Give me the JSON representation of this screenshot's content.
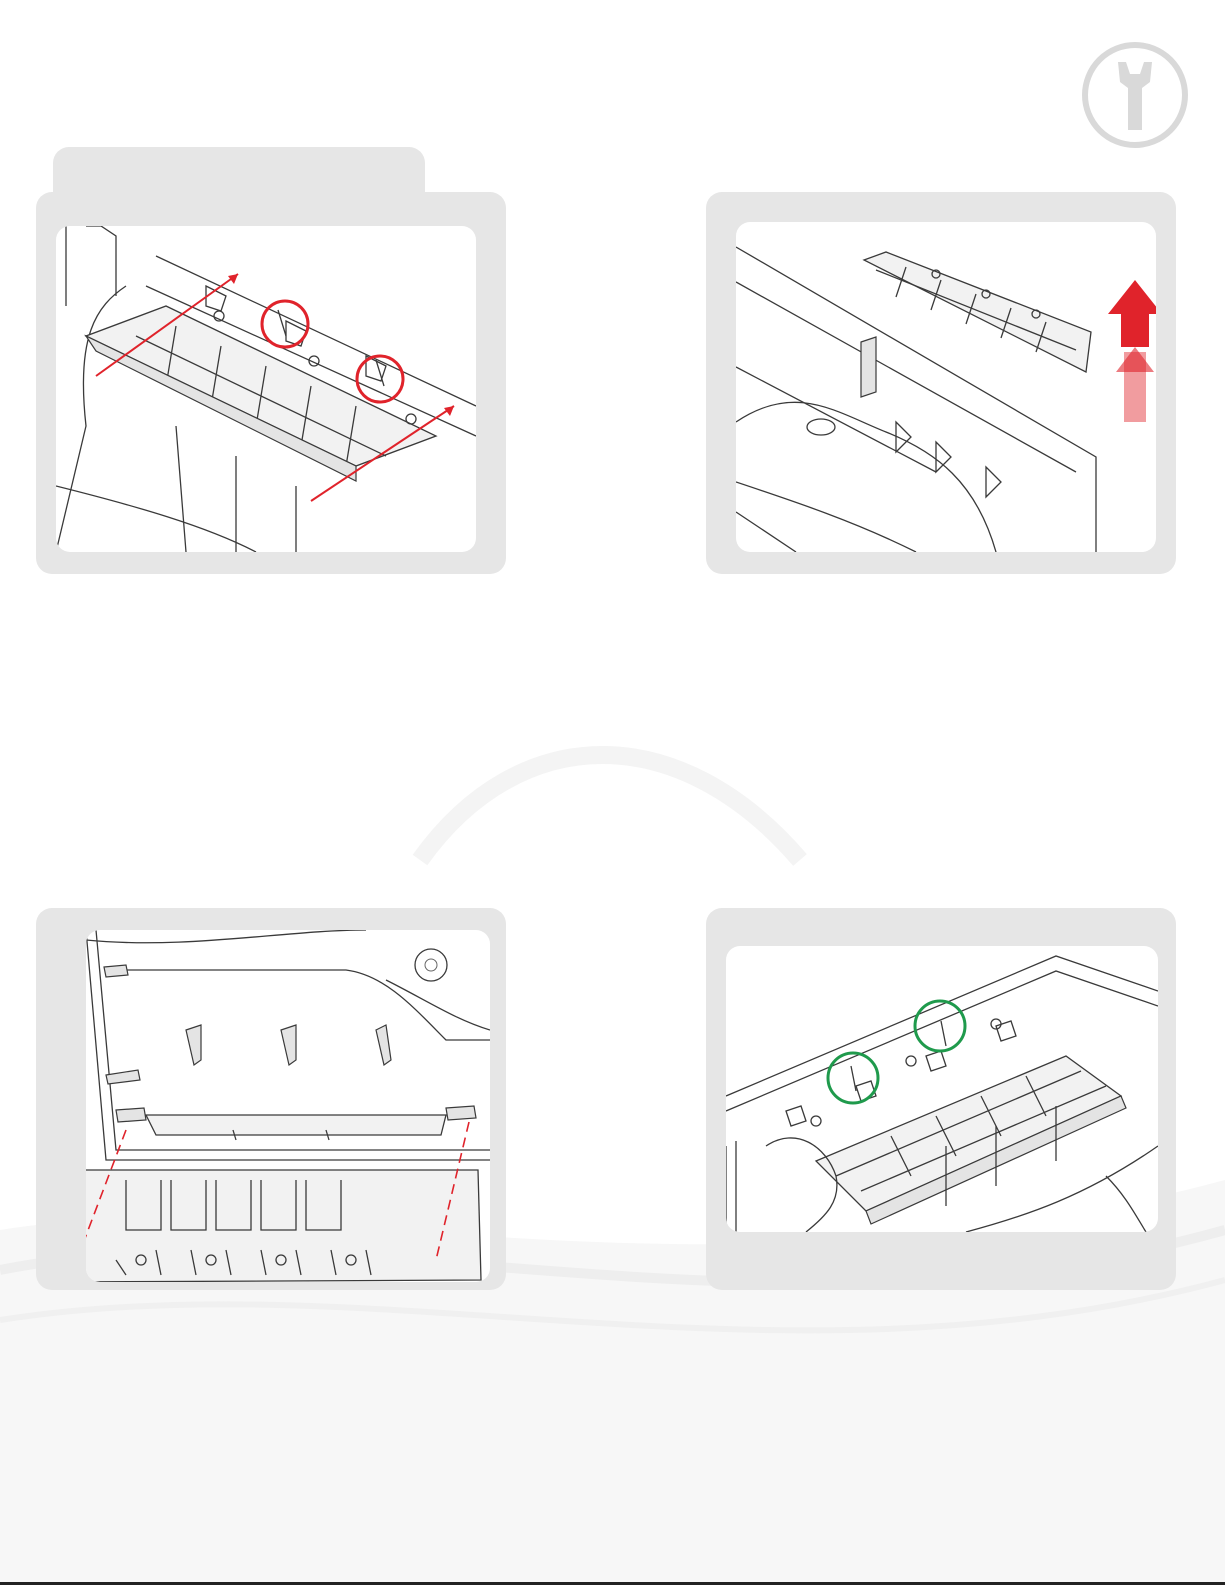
{
  "colors": {
    "panel_background": "#e6e6e6",
    "callout_red": "#e0232b",
    "callout_green": "#1f9a4c",
    "logo_gray": "#d9d9d9"
  },
  "logo": {
    "icon": "wrench-icon"
  },
  "figures": [
    {
      "icon": "slide-direction-arrows",
      "markers": [
        "red-circle",
        "red-circle"
      ]
    },
    {
      "icon": "lift-up-arrow",
      "markers": []
    },
    {
      "icon": "alignment-dashed-lines",
      "markers": []
    },
    {
      "icon": "clip-detail",
      "markers": [
        "green-circle",
        "green-circle"
      ]
    }
  ]
}
